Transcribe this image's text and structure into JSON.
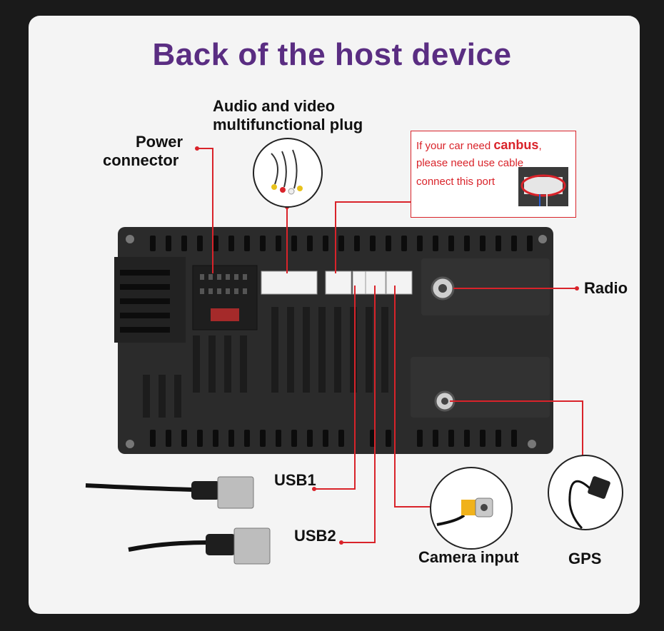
{
  "title": "Back of the host device",
  "labels": {
    "power_line1": "Power",
    "power_line2": "connector",
    "av_line1": "Audio and video",
    "av_line2": "multifunctional plug",
    "radio": "Radio",
    "usb1": "USB1",
    "usb2": "USB2",
    "camera": "Camera input",
    "gps": "GPS"
  },
  "canbus_note": {
    "line1_prefix": "If your car need ",
    "line1_highlight": "canbus",
    "line1_suffix": ",",
    "line2": "please need use cable",
    "line3": "connect this port"
  },
  "colors": {
    "title": "#5a2d82",
    "callout": "#d9232a",
    "unit": "#2b2b2b"
  }
}
